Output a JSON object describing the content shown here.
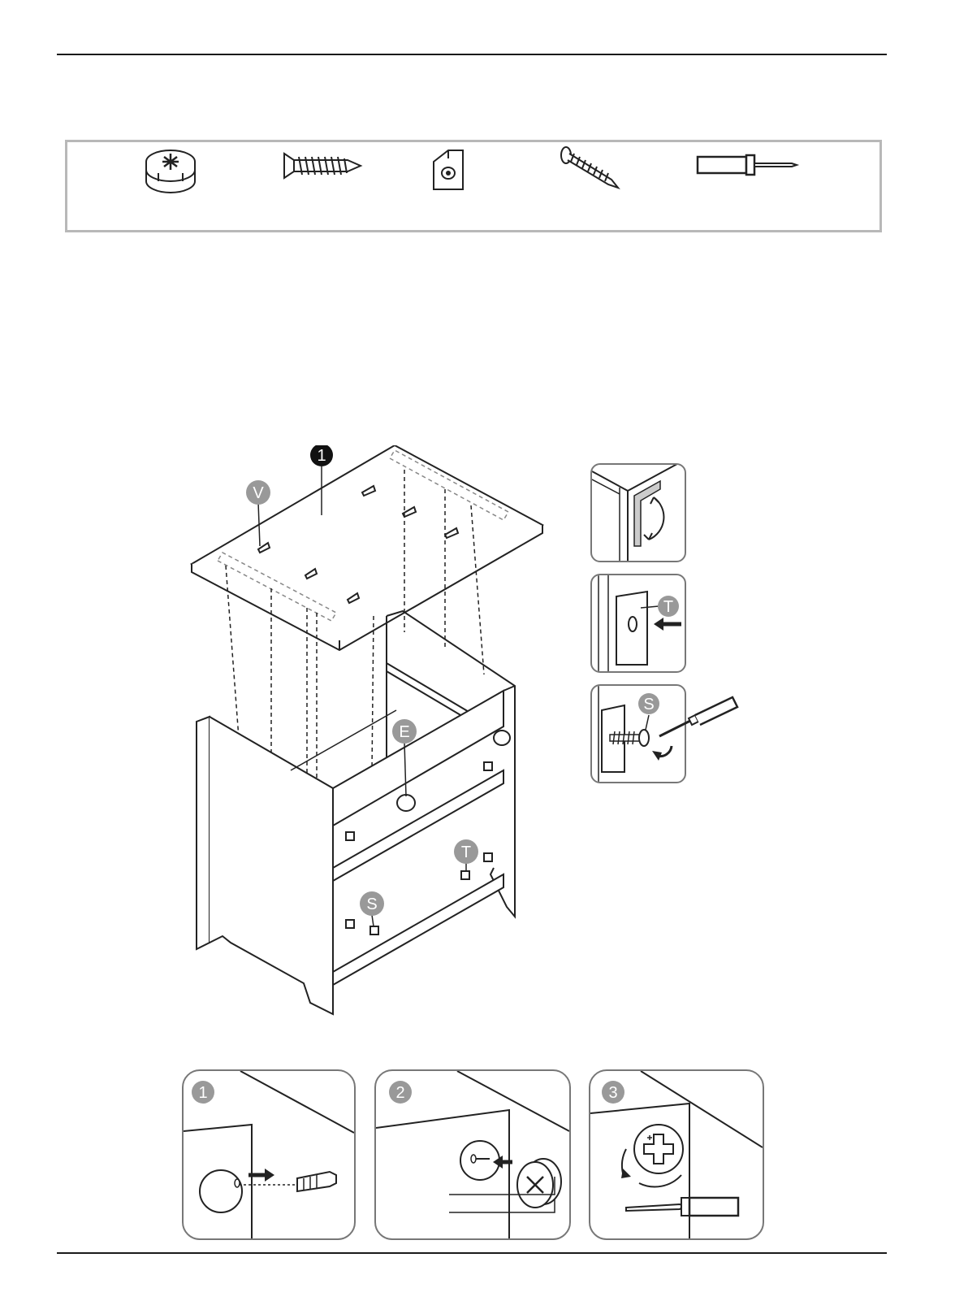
{
  "diagram": {
    "part_label": "1",
    "letters": {
      "v": "V",
      "e": "E",
      "t": "T",
      "s": "S"
    }
  },
  "details": [
    {
      "letter": ""
    },
    {
      "letter": "T"
    },
    {
      "letter": "S"
    }
  ],
  "steps": [
    {
      "number": "1"
    },
    {
      "number": "2"
    },
    {
      "number": "3"
    }
  ],
  "icons": [
    "cam-lock-icon",
    "wood-screw-icon",
    "shelf-support-icon",
    "cam-bolt-icon",
    "screwdriver-icon"
  ]
}
